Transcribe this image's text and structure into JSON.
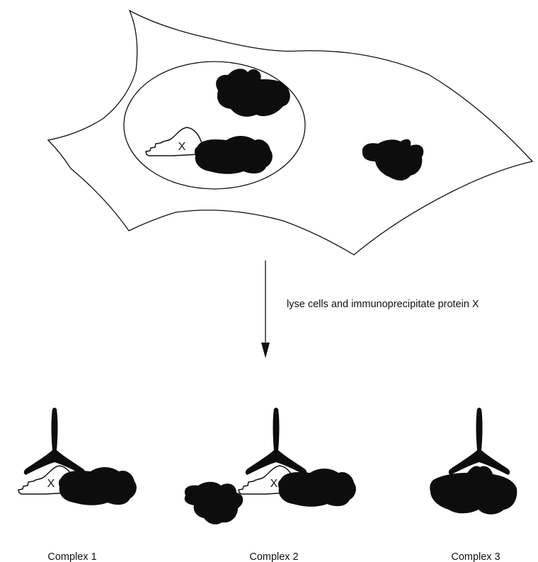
{
  "nucleus_protein_label": "X",
  "step_label": "lyse cells and immunoprecipitate protein X",
  "complexes": [
    {
      "name": "Complex 1",
      "protein_label": "X"
    },
    {
      "name": "Complex 2",
      "protein_label": "X"
    },
    {
      "name": "Complex 3"
    }
  ],
  "colors": {
    "ink": "#111111",
    "fill_dark": "#0d0d0d",
    "background": "#ffffff"
  }
}
